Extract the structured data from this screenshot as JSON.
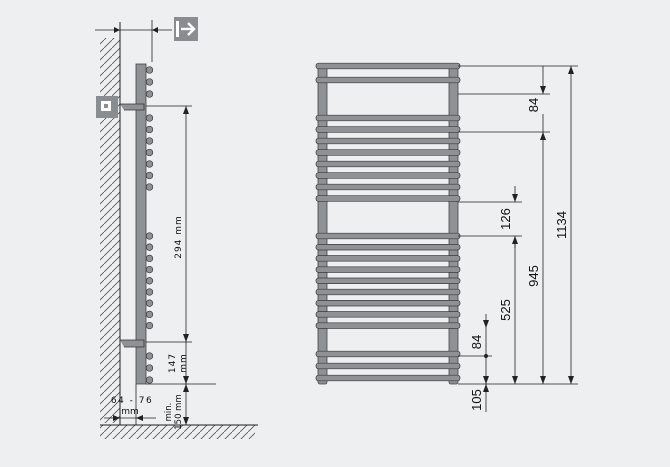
{
  "side_view": {
    "dim_center_spacing": "294 mm",
    "dim_bottom_to_valve": "147",
    "dim_bottom_to_valve_unit": "mm",
    "dim_wall_distance": "64 - 76",
    "dim_wall_distance_unit": "mm",
    "dim_floor_min": "min.",
    "dim_floor_value": "150 mm"
  },
  "front_view": {
    "dim_top_gap": "84",
    "dim_middle_gap": "126",
    "dim_lower_gap": "84",
    "dim_bottom": "105",
    "dim_lower_section": "525",
    "dim_connection_height": "945",
    "dim_total_height": "1134"
  },
  "colors": {
    "background": "#eeeff0",
    "radiator": "#8e9295",
    "outline": "#3a3a3a",
    "icon_box": "#8a8d90"
  },
  "icons": {
    "exit_icon": "arrow-right-box-icon",
    "valve_icon": "wall-valve-icon"
  }
}
